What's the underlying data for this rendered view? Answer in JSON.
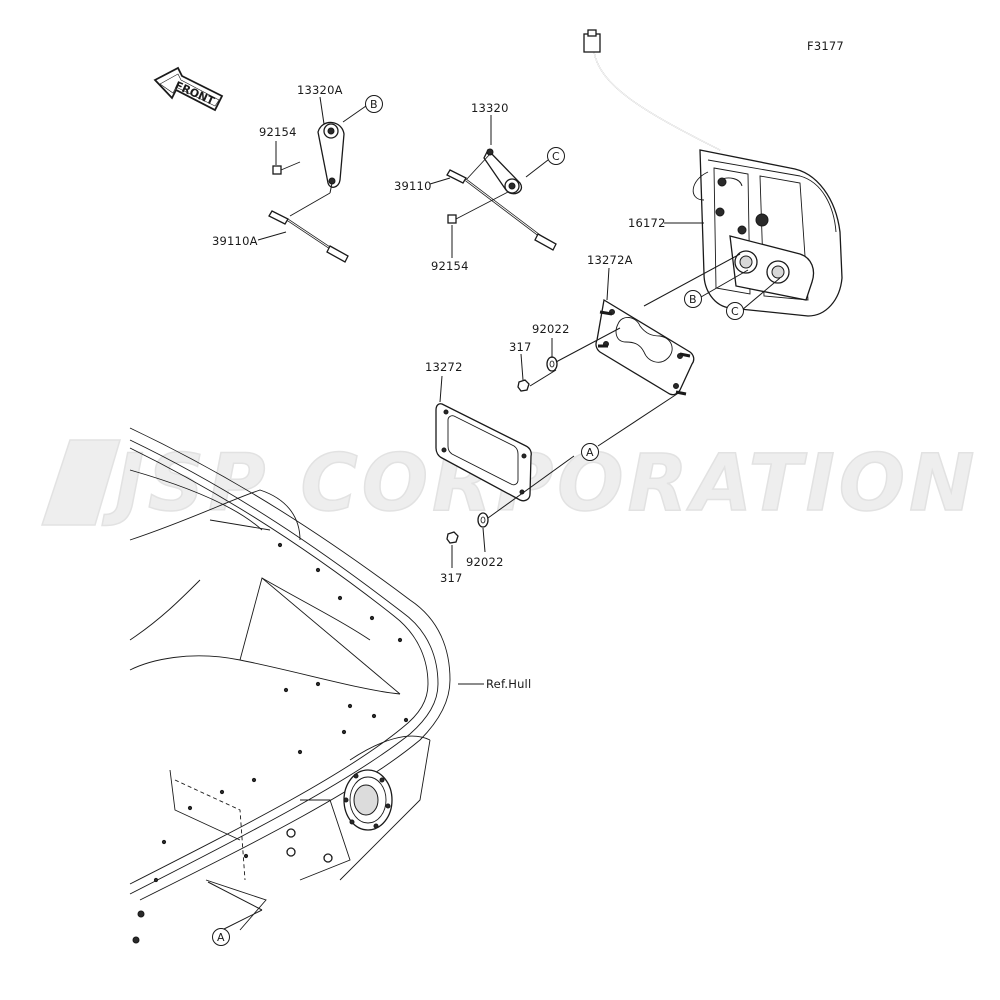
{
  "figure_code": "F3177",
  "front_label": "FRONT",
  "watermark": "JSP CORPORATION",
  "ref_label": "Ref.Hull",
  "callouts": {
    "a": "A",
    "b": "B",
    "c": "C"
  },
  "parts": {
    "p13320A": "13320A",
    "p92154_left": "92154",
    "p39110A": "39110A",
    "p13320": "13320",
    "p39110": "39110",
    "p92154_mid": "92154",
    "p16172": "16172",
    "p13272A": "13272A",
    "p92022_top": "92022",
    "p317_top": "317",
    "p13272": "13272",
    "p92022_bottom": "92022",
    "p317_bottom": "317"
  }
}
